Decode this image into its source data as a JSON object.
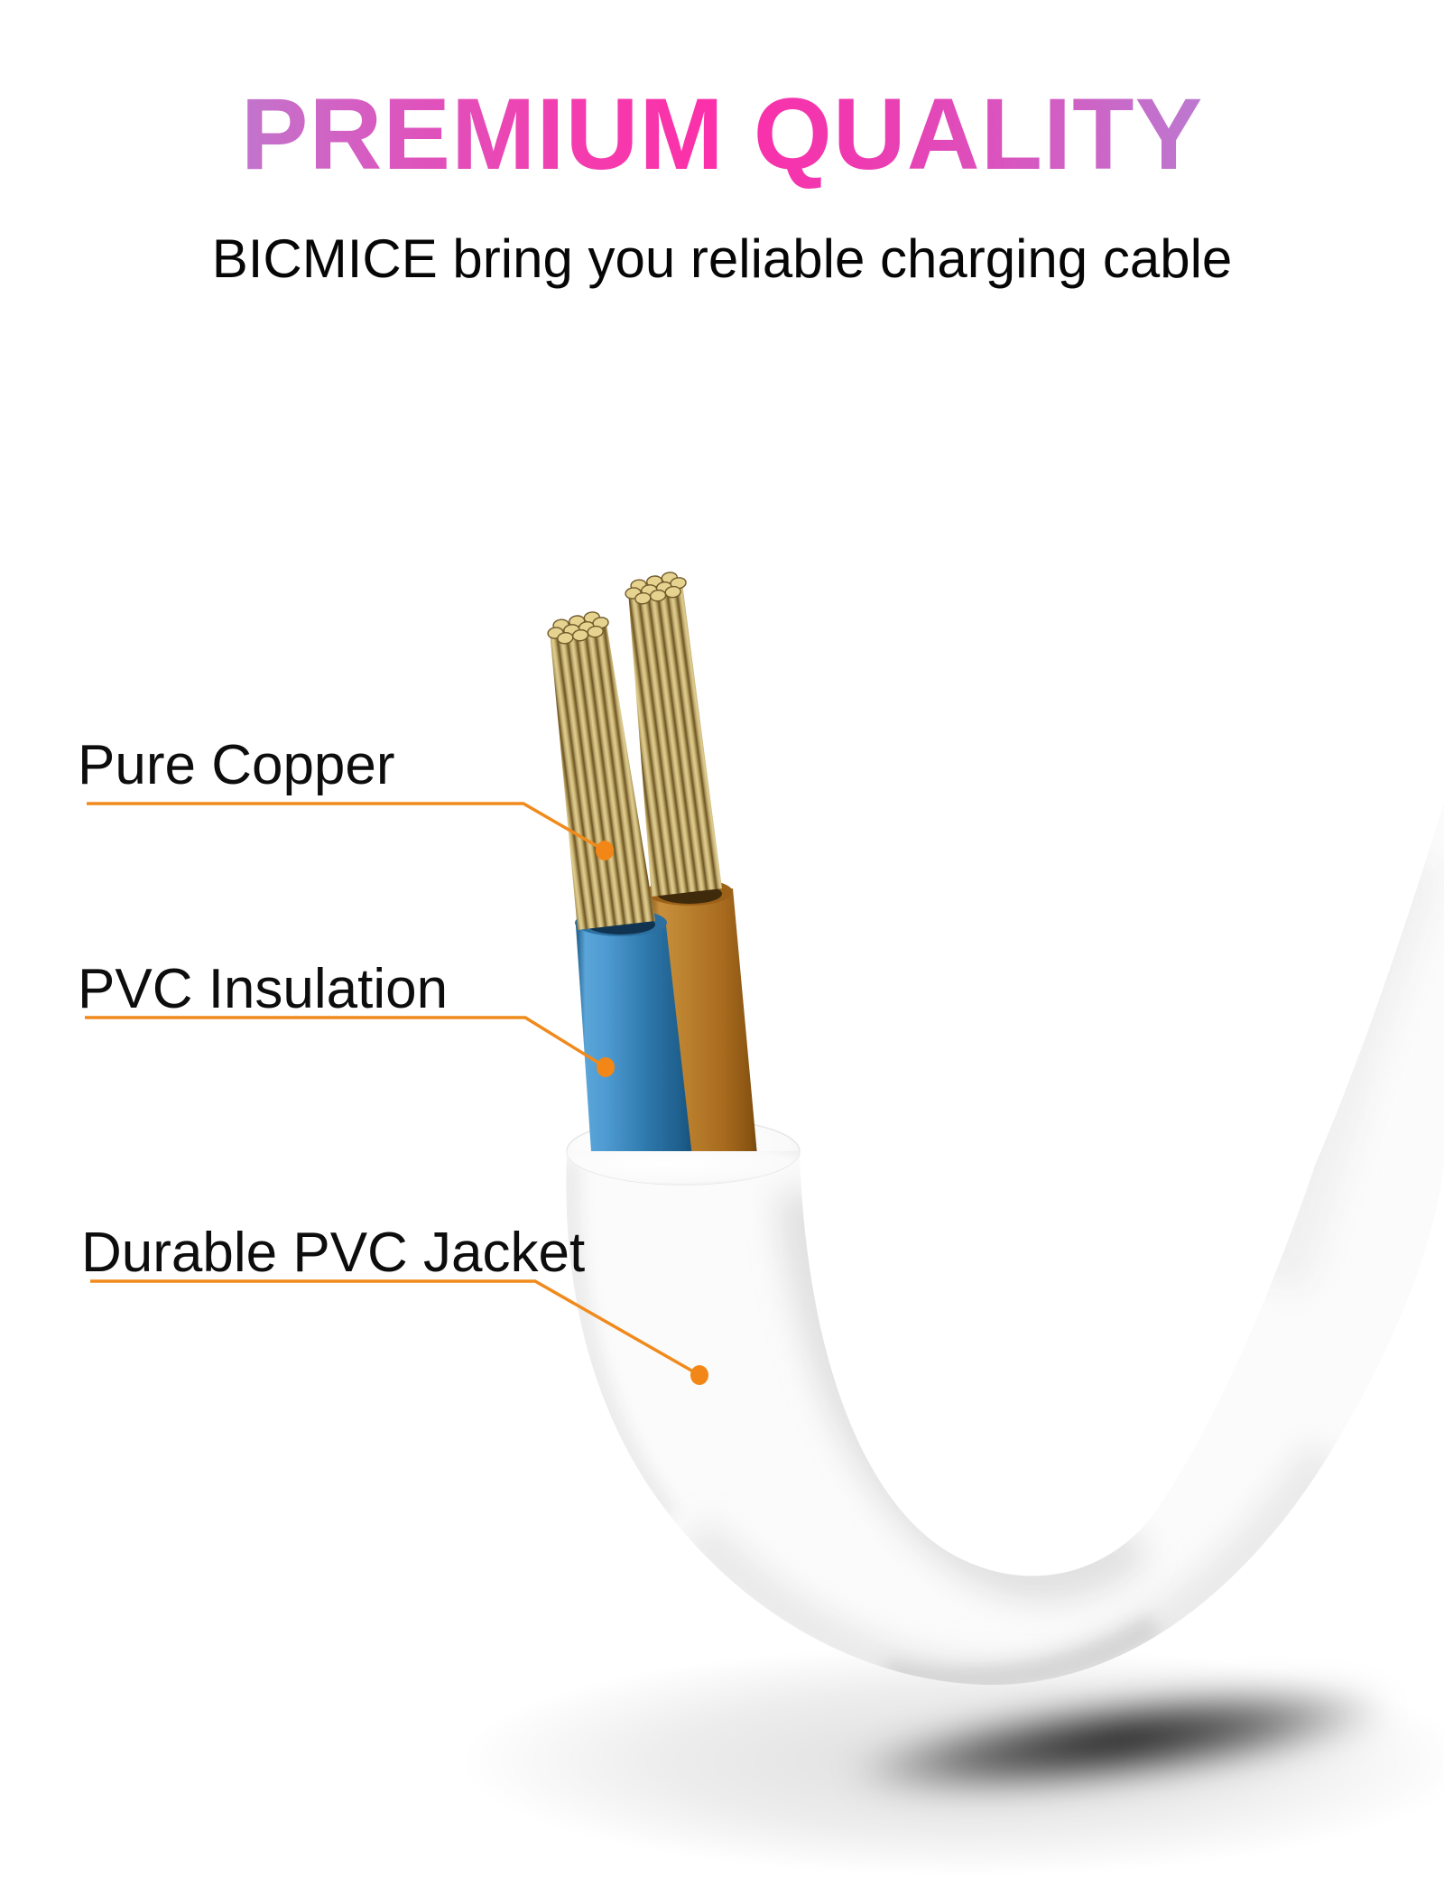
{
  "header": {
    "title": "PREMIUM QUALITY",
    "subtitle": "BICMICE bring you reliable charging cable"
  },
  "callouts": [
    {
      "text": "Pure Copper"
    },
    {
      "text": "PVC Insulation"
    },
    {
      "text": "Durable PVC Jacket"
    }
  ],
  "colors": {
    "callout_line": "#F08A1C",
    "callout_dot": "#F28718",
    "title_gradient_left": "#A39BD9",
    "title_gradient_middle": "#FC2FA9",
    "title_gradient_right": "#9F9DDA",
    "copper_strand": "#D8C584",
    "insulation_blue": "#2E78AC",
    "insulation_brown": "#A96C1F",
    "jacket_white": "#FBFBFB",
    "shadow_dark": "#0A0A0A",
    "background": "#FFFFFF"
  }
}
